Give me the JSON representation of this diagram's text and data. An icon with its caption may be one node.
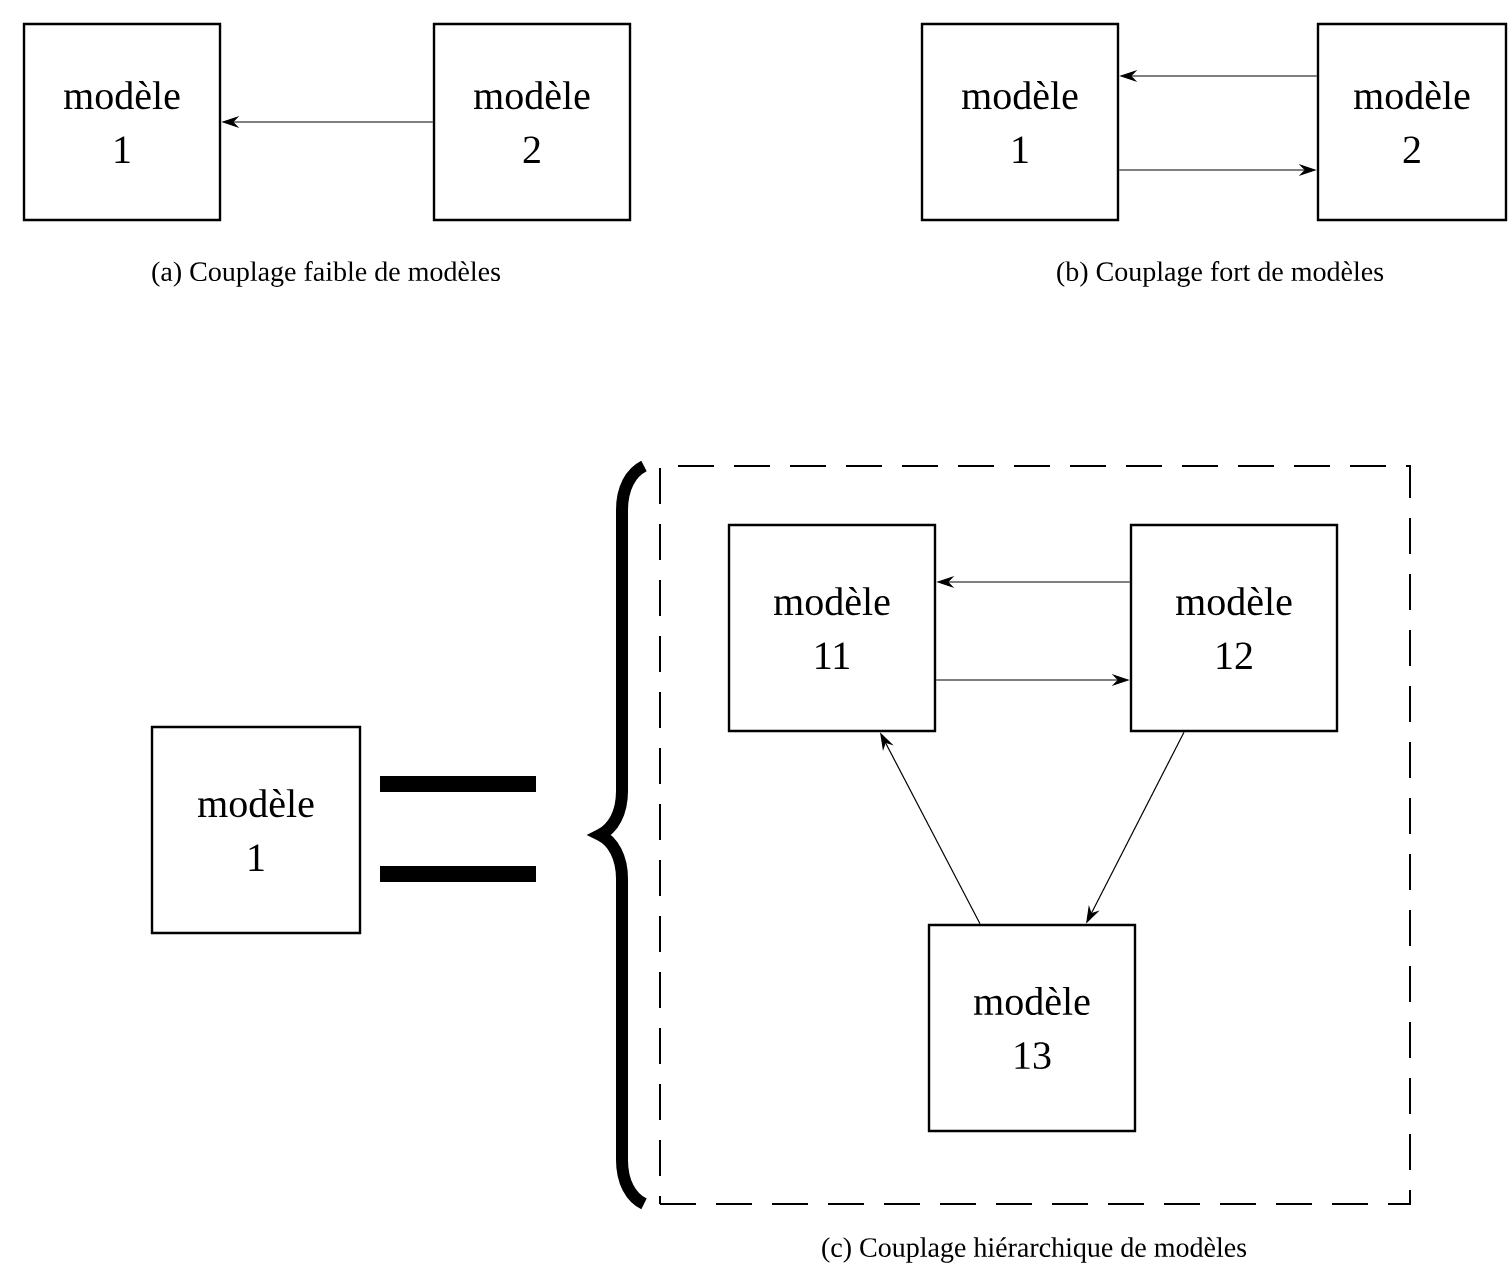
{
  "diagram": {
    "nodes": [
      {
        "text": [
          "modèle 1"
        ]
      },
      {
        "text": [
          "modèle 2"
        ]
      },
      {
        "text": [
          "modèle 1"
        ]
      },
      {
        "text": [
          "modèle 2"
        ]
      },
      {
        "text": [
          "modèle 1"
        ]
      },
      {
        "text": [],
        "shape": "box"
      },
      {
        "text": [
          "modèle 11"
        ],
        "in": 5
      },
      {
        "text": [
          "modèle 12"
        ],
        "in": 5
      },
      {
        "text": [
          "modèle 13"
        ],
        "in": 5
      }
    ],
    "edges": [
      {
        "from": 1,
        "to": 0,
        "arrow": "to"
      },
      {
        "from": 3,
        "to": 2,
        "arrow": "to"
      },
      {
        "from": 2,
        "to": 3,
        "arrow": "to"
      },
      {
        "from": 7,
        "to": 6,
        "arrow": "to"
      },
      {
        "from": 6,
        "to": 7,
        "arrow": "to"
      },
      {
        "from": 8,
        "to": 6,
        "arrow": "to"
      },
      {
        "from": 7,
        "to": 8,
        "arrow": "to"
      }
    ],
    "labels": [
      "(a) Couplage faible de modèles",
      "(b) Couplage fort de modèles",
      "(c) Couplage hiérarchique de modèles"
    ]
  }
}
